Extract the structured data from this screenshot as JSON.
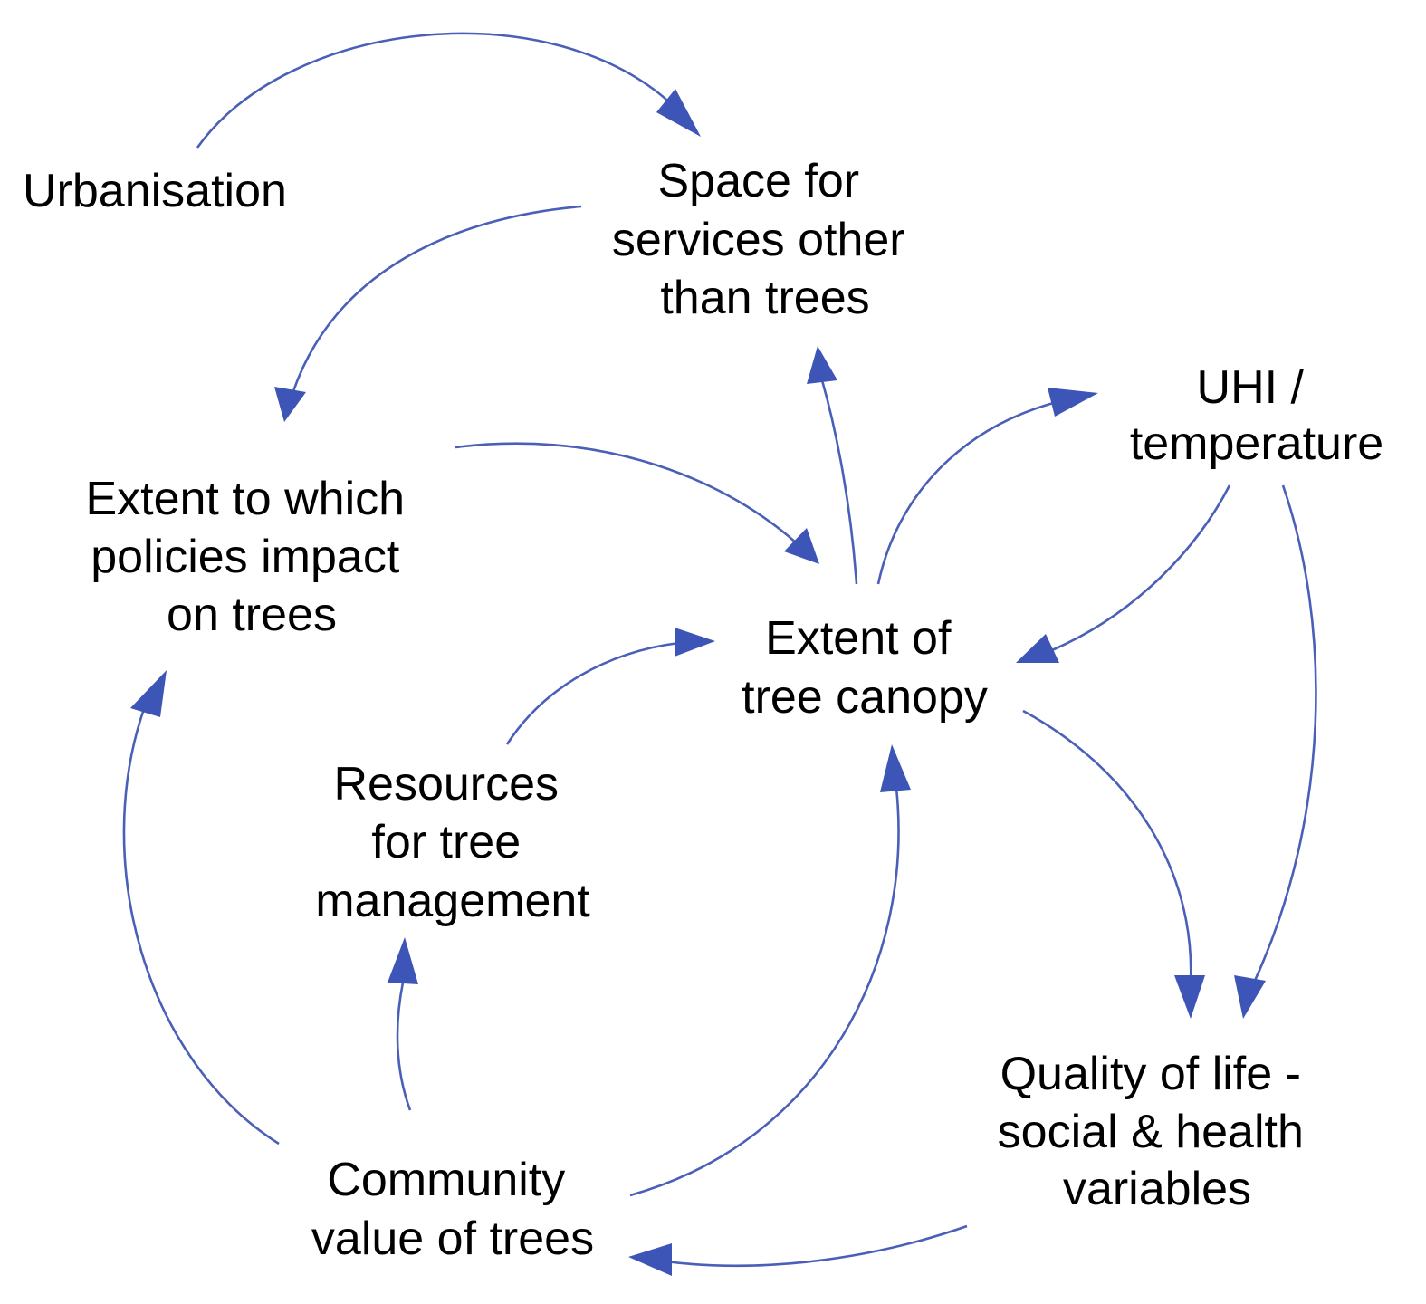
{
  "nodes": {
    "urbanisation": {
      "lines": [
        "Urbanisation"
      ]
    },
    "space": {
      "lines": [
        "Space for",
        "services other",
        "than trees"
      ]
    },
    "uhi": {
      "lines": [
        "UHI /",
        "temperature"
      ]
    },
    "policies": {
      "lines": [
        "Extent to which",
        "policies impact",
        "on trees"
      ]
    },
    "canopy": {
      "lines": [
        "Extent of",
        "tree canopy"
      ]
    },
    "resources": {
      "lines": [
        "Resources",
        "for tree",
        "management"
      ]
    },
    "quality": {
      "lines": [
        "Quality of life -",
        "social & health",
        "variables"
      ]
    },
    "community": {
      "lines": [
        "Community",
        "value of trees"
      ]
    }
  },
  "edges": [
    {
      "from": "urbanisation",
      "to": "space"
    },
    {
      "from": "space",
      "to": "policies"
    },
    {
      "from": "policies",
      "to": "canopy"
    },
    {
      "from": "canopy",
      "to": "space"
    },
    {
      "from": "canopy",
      "to": "uhi"
    },
    {
      "from": "uhi",
      "to": "canopy"
    },
    {
      "from": "uhi",
      "to": "quality"
    },
    {
      "from": "canopy",
      "to": "quality"
    },
    {
      "from": "resources",
      "to": "canopy"
    },
    {
      "from": "community",
      "to": "resources"
    },
    {
      "from": "community",
      "to": "policies"
    },
    {
      "from": "community",
      "to": "canopy"
    },
    {
      "from": "quality",
      "to": "community"
    }
  ],
  "colors": {
    "edge": "#4a5fb8",
    "arrowhead": "#3d55b6",
    "text": "#000000",
    "background": "#ffffff"
  }
}
